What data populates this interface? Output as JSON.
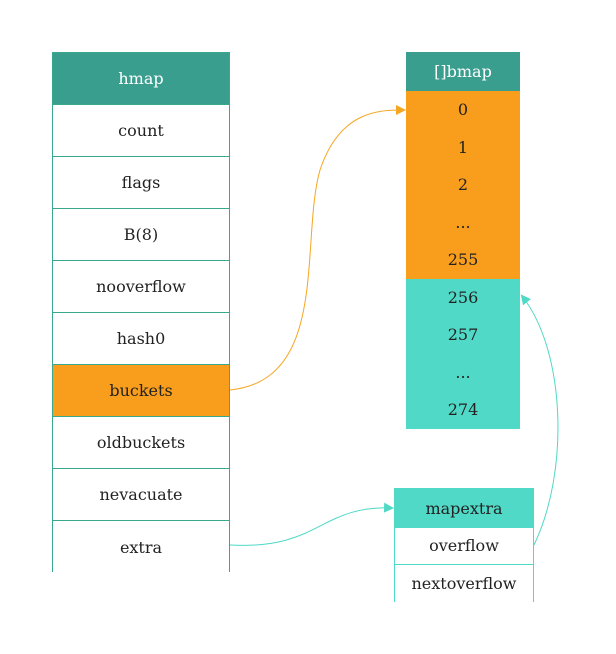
{
  "colors": {
    "header_green": "#3a9e8f",
    "border_green": "#3aa88c",
    "orange": "#f99d1c",
    "teal": "#4fd9c6",
    "arrow_orange": "#f5a623",
    "arrow_teal": "#4fd9c6"
  },
  "hmap": {
    "title": "hmap",
    "fields": [
      "count",
      "flags",
      "B(8)",
      "nooverflow",
      "hash0",
      "buckets",
      "oldbuckets",
      "nevacuate",
      "extra"
    ],
    "highlighted_field": "buckets"
  },
  "bmap": {
    "title": "[]bmap",
    "orange_cells": [
      "0",
      "1",
      "2",
      "...",
      "255"
    ],
    "teal_cells": [
      "256",
      "257",
      "...",
      "274"
    ]
  },
  "mapextra": {
    "title": "mapextra",
    "fields": [
      "overflow",
      "nextoverflow"
    ]
  }
}
